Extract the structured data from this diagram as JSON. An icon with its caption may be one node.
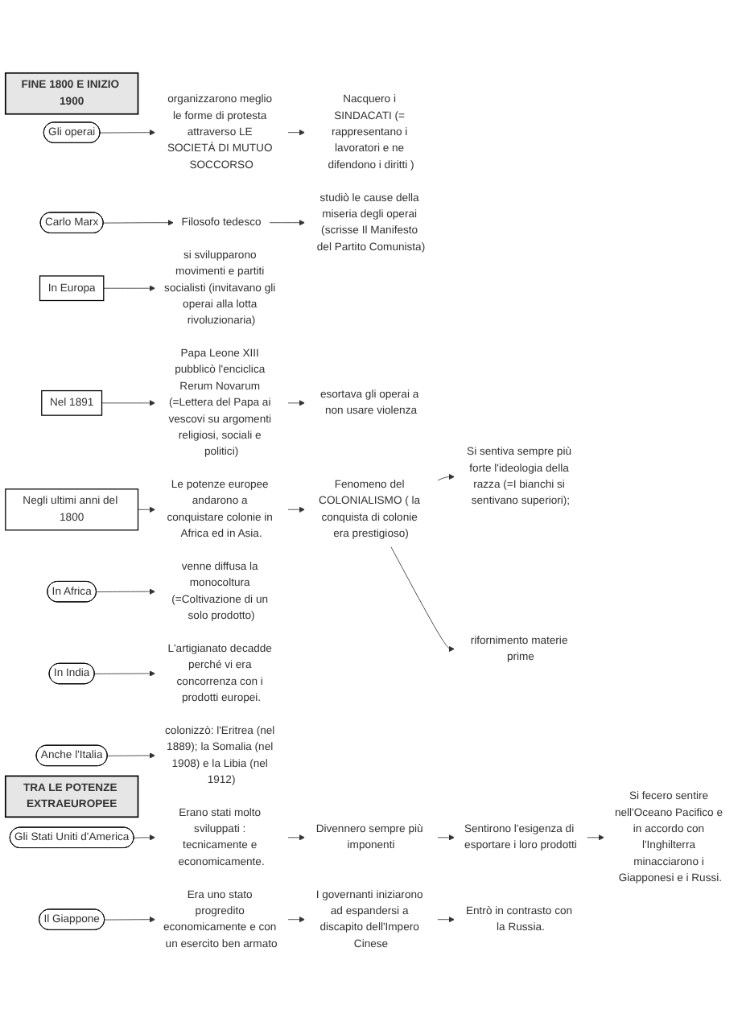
{
  "diagram": {
    "nodes": [
      {
        "text": [
          "FINE 1800 E INIZIO 1900"
        ]
      },
      {
        "text": [
          "Gli operai"
        ]
      },
      {
        "text": [
          "organizzarono meglio le forme di protesta attraverso LE SOCIETÁ DI MUTUO SOCCORSO"
        ]
      },
      {
        "text": [
          "Nacquero i SINDACATI (= rappresentano i lavoratori e ne difendono i diritti )"
        ]
      },
      {
        "text": [
          "Carlo Marx"
        ]
      },
      {
        "text": [
          "Filosofo tedesco"
        ]
      },
      {
        "text": [
          "studiò le cause della miseria degli operai (scrisse Il Manifesto del Partito Comunista)"
        ]
      },
      {
        "text": [
          "In Europa"
        ]
      },
      {
        "text": [
          "si svilupparono movimenti e partiti socialisti (invitavano gli operai alla lotta rivoluzionaria)"
        ]
      },
      {
        "text": [
          "Nel 1891"
        ]
      },
      {
        "text": [
          "Papa Leone XIII pubblicò l'enciclica Rerum Novarum (=Lettera del Papa ai vescovi su argomenti religiosi, sociali e politici)"
        ]
      },
      {
        "text": [
          "esortava gli operai a non usare violenza"
        ]
      },
      {
        "text": [
          "Negli ultimi anni del 1800"
        ]
      },
      {
        "text": [
          "Le potenze europee andarono a conquistare colonie in Africa ed in Asia."
        ]
      },
      {
        "text": [
          "Fenomeno del COLONIALISMO ( la conquista di colonie era prestigioso)"
        ]
      },
      {
        "text": [
          "Si sentiva sempre più forte l'ideologia della razza (=I bianchi si sentivano superiori);"
        ]
      },
      {
        "text": [
          "rifornimento materie prime"
        ]
      },
      {
        "text": [
          "In Africa"
        ]
      },
      {
        "text": [
          "venne diffusa la monocoltura (=Coltivazione di un solo prodotto)"
        ]
      },
      {
        "text": [
          "In India"
        ]
      },
      {
        "text": [
          "L'artigianato decadde perché vi era concorrenza con i prodotti europei."
        ]
      },
      {
        "text": [
          "Anche l'Italia"
        ]
      },
      {
        "text": [
          "colonizzò: l'Eritrea (nel 1889); la Somalia (nel 1908) e la Libia (nel 1912)"
        ]
      },
      {
        "text": [
          "TRA LE POTENZE EXTRAEUROPEE"
        ]
      },
      {
        "text": [
          "Gli Stati Uniti d'America"
        ]
      },
      {
        "text": [
          "Erano stati molto sviluppati : tecnicamente e economicamente."
        ]
      },
      {
        "text": [
          "Divennero sempre più imponenti"
        ]
      },
      {
        "text": [
          "Sentirono l'esigenza di esportare i loro prodotti"
        ]
      },
      {
        "text": [
          "Si fecero sentire nell'Oceano Pacifico e in accordo con l'Inghilterra minacciarono i Giapponesi e i Russi."
        ]
      },
      {
        "text": [
          "Il Giappone"
        ]
      },
      {
        "text": [
          "Era uno stato progredito economicamente e con un esercito ben armato"
        ]
      },
      {
        "text": [
          "I governanti iniziarono ad espandersi a discapito dell'Impero Cinese"
        ]
      },
      {
        "text": [
          "Entrò in contrasto con la Russia."
        ]
      }
    ],
    "edges": [
      {
        "from": 1,
        "to": 2,
        "arrow": "to"
      },
      {
        "from": 2,
        "to": 3,
        "arrow": "to"
      },
      {
        "from": 4,
        "to": 5,
        "arrow": "to"
      },
      {
        "from": 5,
        "to": 6,
        "arrow": "to"
      },
      {
        "from": 7,
        "to": 8,
        "arrow": "to"
      },
      {
        "from": 9,
        "to": 10,
        "arrow": "to"
      },
      {
        "from": 10,
        "to": 11,
        "arrow": "to"
      },
      {
        "from": 12,
        "to": 13,
        "arrow": "to"
      },
      {
        "from": 13,
        "to": 14,
        "arrow": "to"
      },
      {
        "from": 14,
        "to": 15,
        "arrow": "to"
      },
      {
        "from": 14,
        "to": 16,
        "arrow": "to"
      },
      {
        "from": 17,
        "to": 18,
        "arrow": "to"
      },
      {
        "from": 19,
        "to": 20,
        "arrow": "to"
      },
      {
        "from": 21,
        "to": 22,
        "arrow": "to"
      },
      {
        "from": 24,
        "to": 25,
        "arrow": "to"
      },
      {
        "from": 25,
        "to": 26,
        "arrow": "to"
      },
      {
        "from": 26,
        "to": 27,
        "arrow": "to"
      },
      {
        "from": 27,
        "to": 28,
        "arrow": "to"
      },
      {
        "from": 29,
        "to": 30,
        "arrow": "to"
      },
      {
        "from": 30,
        "to": 31,
        "arrow": "to"
      },
      {
        "from": 31,
        "to": 32,
        "arrow": "to"
      }
    ]
  }
}
